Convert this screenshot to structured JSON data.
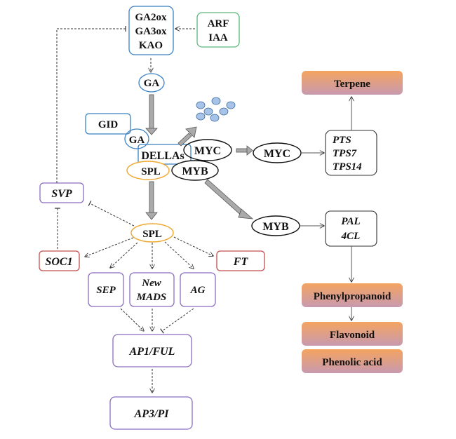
{
  "colors": {
    "blue": "#3b82c4",
    "green": "#5cb87a",
    "orange": "#f0a830",
    "purple": "#8a6ec0",
    "red": "#c0504d",
    "black": "#111111",
    "product_top": "#f4a460",
    "product_bottom": "#c89ab0",
    "dot_fill": "#a7c4e8"
  },
  "nodes": {
    "ga_enzymes": {
      "lines": [
        "GA2ox",
        "GA3ox",
        "KAO"
      ]
    },
    "arf_iaa": {
      "lines": [
        "ARF",
        "IAA"
      ]
    },
    "ga_top": "GA",
    "gid": "GID",
    "ga_bound": "GA",
    "dellas": "DELLAs",
    "myc_bound": "MYC",
    "spl_bound": "SPL",
    "myb_bound": "MYB",
    "myc_free": "MYC",
    "myb_free": "MYB",
    "terpene_genes": {
      "lines": [
        "PTS",
        "TPS7",
        "TPS14"
      ]
    },
    "phenyl_genes": {
      "lines": [
        "PAL",
        "4CL"
      ]
    },
    "svp": "SVP",
    "soc1": "SOC1",
    "spl_free": "SPL",
    "ft": "FT",
    "sep": "SEP",
    "new_mads": {
      "lines": [
        "New",
        "MADS"
      ]
    },
    "ag": "AG",
    "ap1_ful": "AP1/FUL",
    "ap3_pi": "AP3/PI"
  },
  "products": {
    "terpene": "Terpene",
    "phenylpropanoid": "Phenylpropanoid",
    "flavonoid": "Flavonoid",
    "phenolic_acid": "Phenolic acid"
  }
}
